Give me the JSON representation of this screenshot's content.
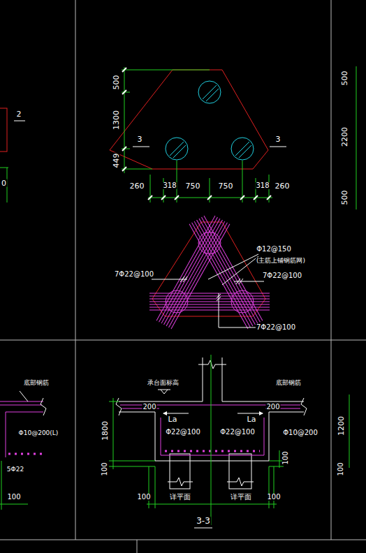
{
  "diagram": {
    "labels": [
      "2",
      "0",
      "500",
      "1300",
      "449",
      "3",
      "3",
      "260",
      "318",
      "750",
      "750",
      "318",
      "260",
      "500",
      "2200",
      "500",
      "Φ12@150",
      "(主筋上铺钢筋网)",
      "7Φ22@100",
      "7Φ22@100",
      "7Φ22@100",
      "底部钢筋",
      "Φ10@200(L)",
      "5Φ22",
      "100",
      "承台面标高",
      "底部钢筋",
      "200",
      "200",
      "La",
      "La",
      "Φ22@100",
      "Φ22@100",
      "Φ10@200",
      "1800",
      "100",
      "100",
      "100",
      "详平面",
      "详平面",
      "100",
      "3-3",
      "1200",
      "100"
    ]
  }
}
